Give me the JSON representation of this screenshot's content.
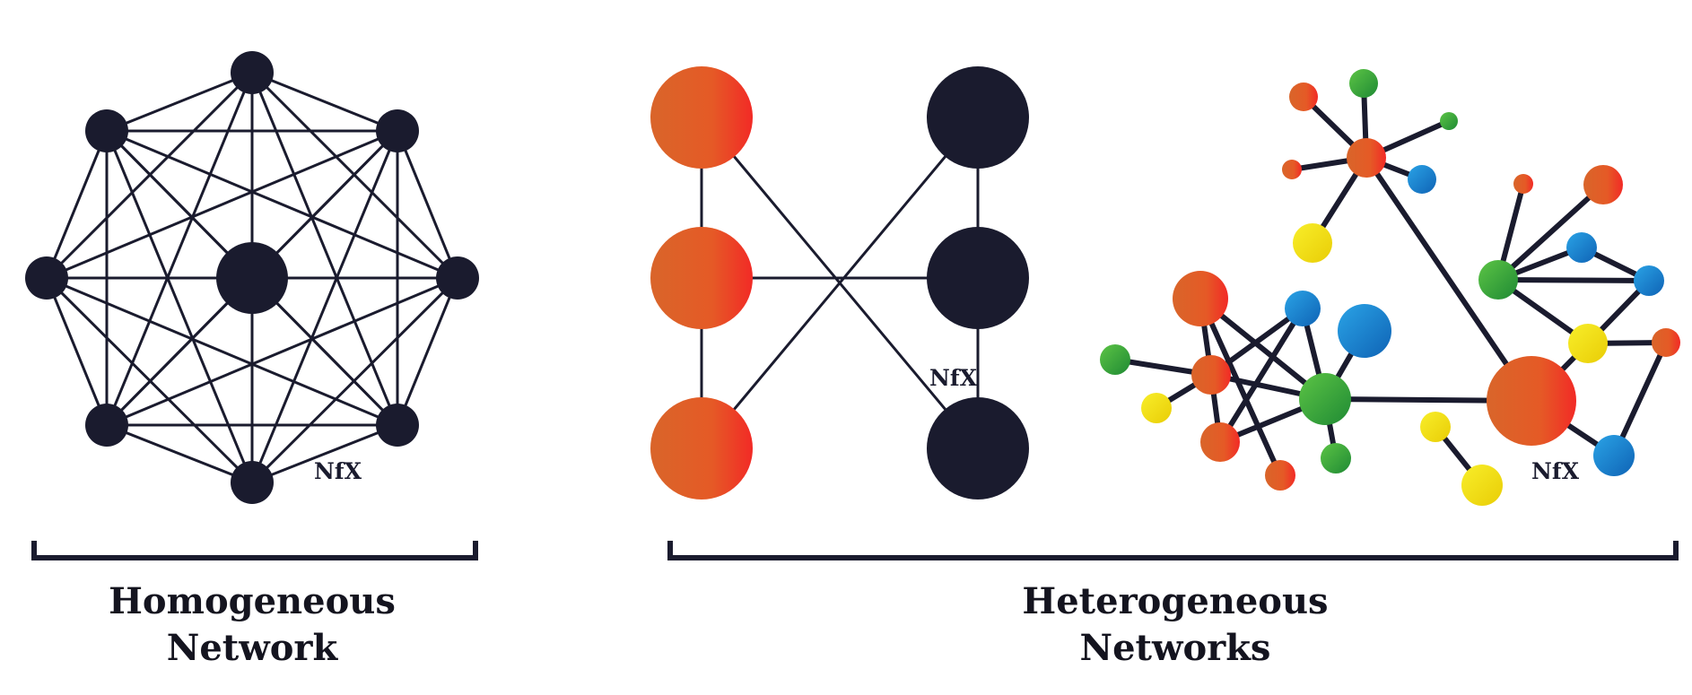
{
  "diagram": {
    "colors": {
      "ink": "#1a1b2e",
      "orange": "#e06a28",
      "orange_dark": "#f0302a",
      "green": "#3aa63a",
      "blue": "#1a8ad4",
      "yellow": "#f2dd10"
    },
    "captions": {
      "homogeneous_line1": "Homogeneous",
      "homogeneous_line2": "Network",
      "heterogeneous_line1": "Heterogeneous",
      "heterogeneous_line2": "Networks"
    },
    "watermark": "NfX",
    "homogeneous_network": {
      "outer_node_count": 8,
      "has_center_node": true,
      "connectivity": "complete"
    },
    "bipartite_network": {
      "left_column_color": "orange",
      "right_column_color": "ink",
      "nodes_per_column": 3
    },
    "cluster_network": {
      "node_colors": [
        "orange",
        "green",
        "blue",
        "yellow"
      ]
    }
  }
}
